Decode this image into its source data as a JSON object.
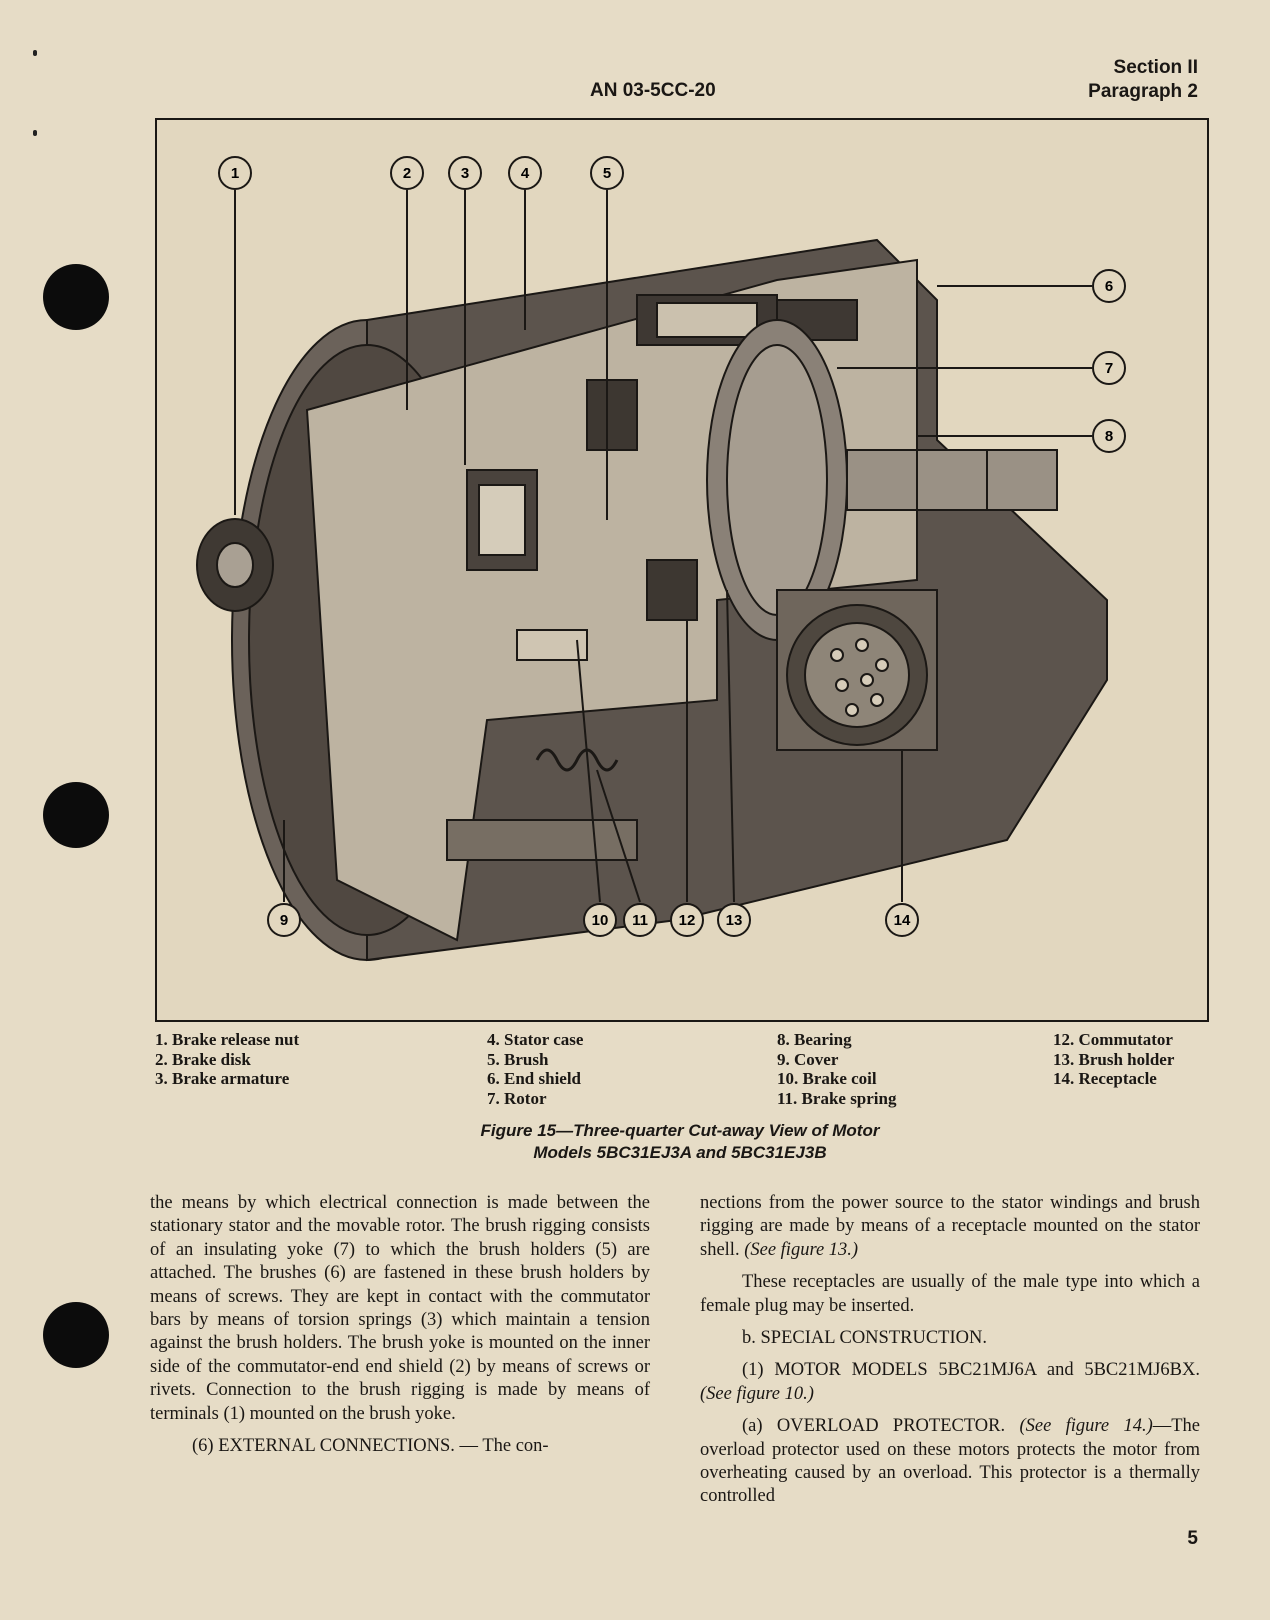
{
  "header": {
    "doc_id": "AN 03-5CC-20",
    "section": "Section II",
    "paragraph": "Paragraph 2"
  },
  "figure": {
    "callouts": [
      "1",
      "2",
      "3",
      "4",
      "5",
      "6",
      "7",
      "8",
      "9",
      "10",
      "11",
      "12",
      "13",
      "14"
    ],
    "legend": {
      "col1": [
        "1. Brake release nut",
        "2. Brake disk",
        "3. Brake armature"
      ],
      "col2": [
        "4. Stator case",
        "5. Brush",
        "6. End shield",
        "7. Rotor"
      ],
      "col3": [
        "8. Bearing",
        "9. Cover",
        "10. Brake coil",
        "11. Brake spring"
      ],
      "col4": [
        "12. Commutator",
        "13. Brush holder",
        "14. Receptacle"
      ]
    },
    "caption_line1": "Figure 15—Three-quarter Cut-away View of Motor",
    "caption_line2": "Models 5BC31EJ3A and 5BC31EJ3B"
  },
  "left_column": {
    "p1": "the means by which electrical connection is made between the stationary stator and the movable rotor. The brush rigging consists of an insulating yoke (7) to which the brush holders (5) are attached. The brushes (6) are fastened in these brush holders by means of screws. They are kept in contact with the commutator bars by means of torsion springs (3) which maintain a tension against the brush holders. The brush yoke is mounted on the inner side of the commutator-end end shield (2) by means of screws or rivets. Connection to the brush rigging is made by means of terminals (1) mounted on the brush yoke.",
    "p2": "(6) EXTERNAL CONNECTIONS. — The con-"
  },
  "right_column": {
    "p1_text": "nections from the power source to the stator windings and brush rigging are made by means of a receptacle mounted on the stator shell.",
    "p1_ref": "(See figure 13.)",
    "p2": "These receptacles are usually of the male type into which a female plug may be inserted.",
    "p3": "b. SPECIAL CONSTRUCTION.",
    "p4_text": "(1) MOTOR MODELS 5BC21MJ6A and 5BC21MJ6BX.",
    "p4_ref": "(See figure 10.)",
    "p5_label": "(a) OVERLOAD PROTECTOR.",
    "p5_ref": "(See figure 14.)",
    "p5_text": "—The overload protector used on these motors protects the motor from overheating caused by an overload. This protector is a thermally controlled"
  },
  "page_number": "5"
}
